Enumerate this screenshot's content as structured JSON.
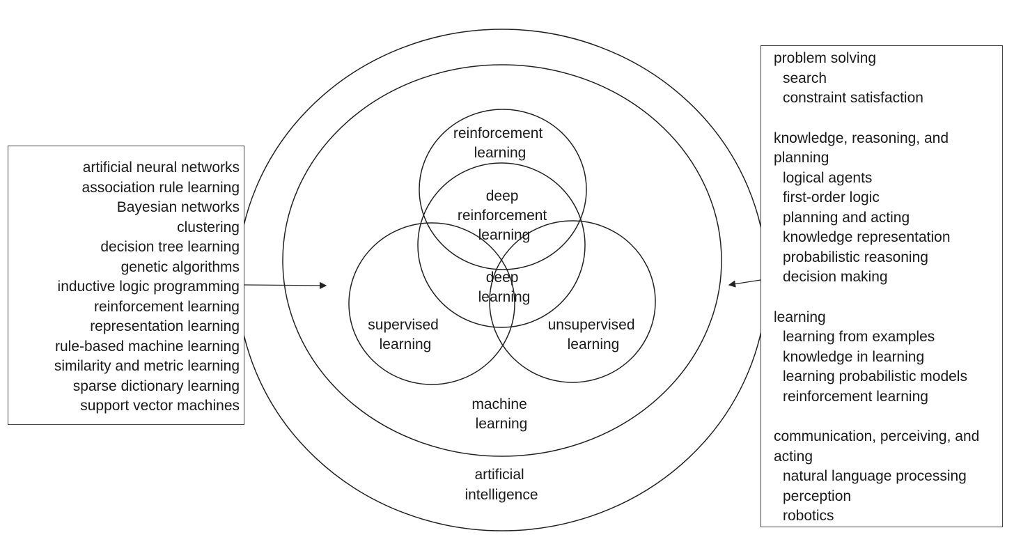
{
  "colors": {
    "stroke": "#222222",
    "text": "#1a1a1a",
    "background": "#ffffff"
  },
  "diagram": {
    "artificial_intelligence": [
      "artificial",
      "intelligence"
    ],
    "machine_learning": [
      "machine",
      "learning"
    ],
    "reinforcement_learning": [
      "reinforcement",
      "learning"
    ],
    "deep_reinforcement_learning": [
      "deep",
      "reinforcement",
      "learning"
    ],
    "deep_learning": [
      "deep",
      "learning"
    ],
    "supervised_learning": [
      "supervised",
      "learning"
    ],
    "unsupervised_learning": [
      "unsupervised",
      "learning"
    ]
  },
  "left_box": {
    "items": [
      "artificial neural networks",
      "association rule learning",
      "Bayesian networks",
      "clustering",
      "decision tree learning",
      "genetic algorithms",
      "inductive logic programming",
      "reinforcement learning",
      "representation learning",
      "rule-based machine learning",
      "similarity and metric learning",
      "sparse dictionary learning",
      "support vector machines"
    ]
  },
  "right_box": {
    "sections": [
      {
        "title": "problem solving",
        "items": [
          "search",
          "constraint satisfaction"
        ]
      },
      {
        "title": "knowledge, reasoning, and planning",
        "items": [
          "logical agents",
          "first-order logic",
          "planning and acting",
          "knowledge representation",
          "probabilistic reasoning",
          "decision making"
        ]
      },
      {
        "title": "learning",
        "items": [
          "learning from examples",
          "knowledge in learning",
          "learning probabilistic models",
          "reinforcement learning"
        ]
      },
      {
        "title": "communication, perceiving, and acting",
        "items": [
          "natural language processing",
          "perception",
          "robotics"
        ]
      }
    ]
  }
}
